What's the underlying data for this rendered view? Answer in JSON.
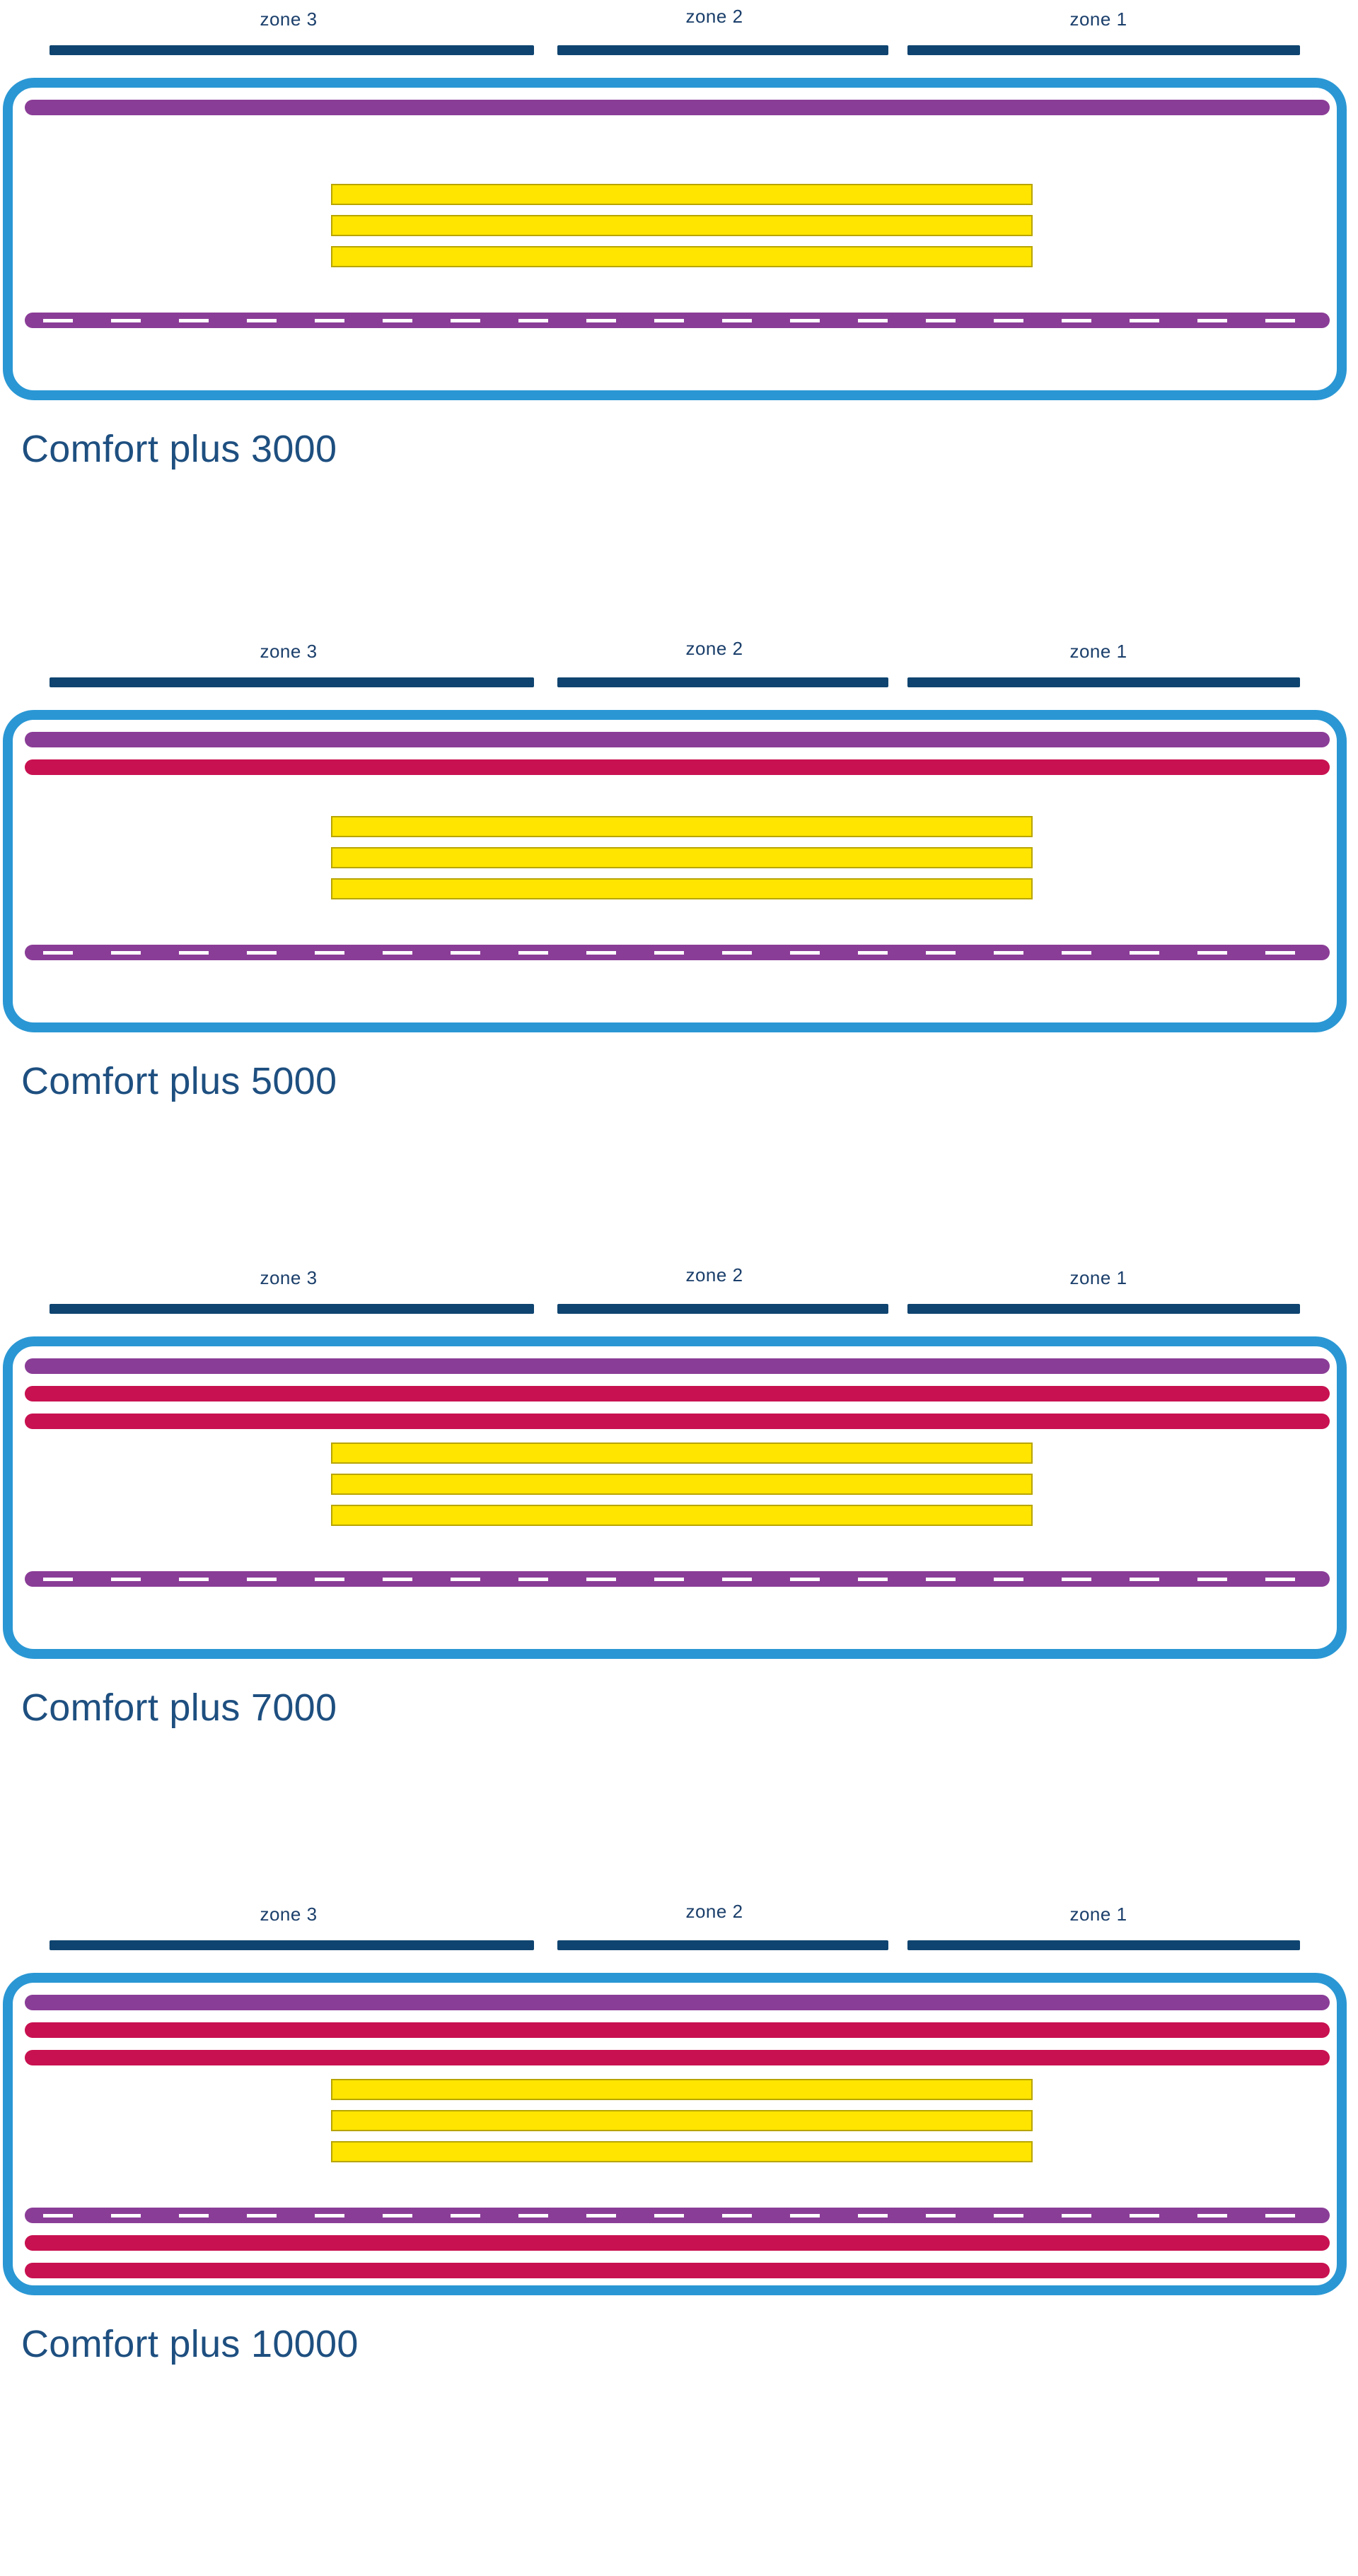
{
  "colors": {
    "zone_bar": "#0f4470",
    "frame": "#2a97d4",
    "purple_tube": "#8a3d97",
    "red_tube": "#c81150",
    "slat": "#ffe500",
    "dash": "#ffffff",
    "caption_text": "#1e4f80",
    "zone_text": "#1b3f6b"
  },
  "zones": [
    {
      "label": "zone 3"
    },
    {
      "label": "zone 2"
    },
    {
      "label": "zone 1"
    }
  ],
  "diagrams": [
    {
      "caption": "Comfort plus 3000",
      "top_tubes": [
        "purple"
      ],
      "slat_count": 3,
      "bottom_tubes": [
        "purple-dashed"
      ]
    },
    {
      "caption": "Comfort plus 5000",
      "top_tubes": [
        "purple",
        "red"
      ],
      "slat_count": 3,
      "bottom_tubes": [
        "purple-dashed"
      ]
    },
    {
      "caption": "Comfort plus 7000",
      "top_tubes": [
        "purple",
        "red",
        "red"
      ],
      "slat_count": 3,
      "bottom_tubes": [
        "purple-dashed"
      ]
    },
    {
      "caption": "Comfort plus 10000",
      "top_tubes": [
        "purple",
        "red",
        "red"
      ],
      "slat_count": 3,
      "bottom_tubes": [
        "purple-dashed",
        "red",
        "red"
      ]
    }
  ]
}
